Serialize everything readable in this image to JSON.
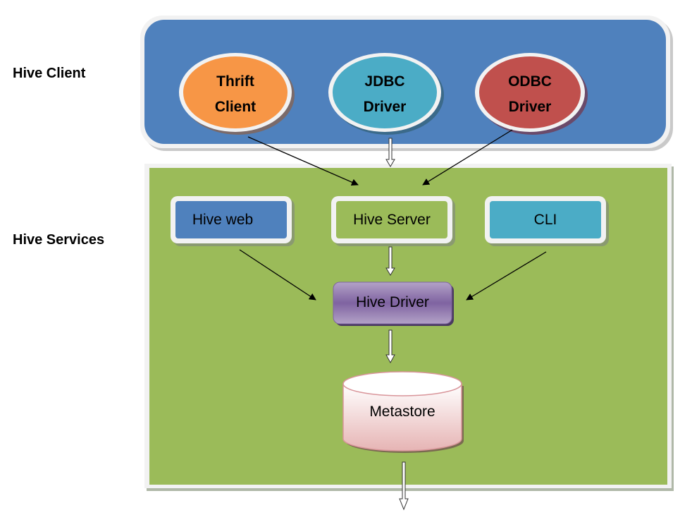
{
  "labels": {
    "client": "Hive Client",
    "services": "Hive Services"
  },
  "clients": [
    {
      "line1": "Thrift",
      "line2": "Client",
      "color": "#F79646"
    },
    {
      "line1": "JDBC",
      "line2": "Driver",
      "color": "#4BACC6"
    },
    {
      "line1": "ODBC",
      "line2": "Driver",
      "color": "#C0504D"
    }
  ],
  "services": [
    {
      "label": "Hive web",
      "color": "#4F81BD"
    },
    {
      "label": "Hive Server",
      "color": "#9BBB59"
    },
    {
      "label": "CLI",
      "color": "#4BACC6"
    }
  ],
  "driver": {
    "label": "Hive Driver",
    "color": "#8064A2"
  },
  "metastore": {
    "label": "Metastore",
    "color": "#E6B9B8"
  },
  "colors": {
    "client_panel": "#4F81BD",
    "services_panel": "#9BBB59"
  }
}
